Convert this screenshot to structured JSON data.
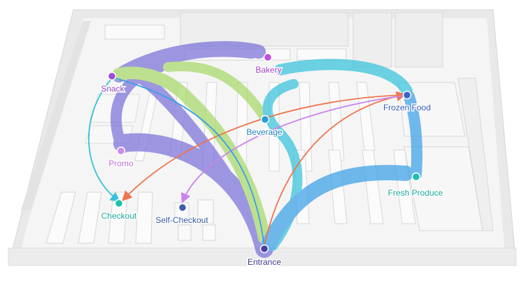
{
  "colors": {
    "floor": "#f4f4f4",
    "wall": "#e6e6e6",
    "fixture": "#fbfbfb",
    "fixture_edge": "#d9d9d9",
    "purple_flow": "#7b72d9",
    "green_flow": "#a8d86a",
    "cyan_flow": "#36c3dc",
    "blue_flow": "#3aa0e8",
    "orange_flow": "#f0744e",
    "violet_flow": "#c983ee"
  },
  "nodes": [
    {
      "id": "entrance",
      "label": "Entrance",
      "color": "#4a3f9e",
      "label_color": "#3b3a8f"
    },
    {
      "id": "bakery",
      "label": "Bakery",
      "color": "#c34fe0",
      "label_color": "#a540c8"
    },
    {
      "id": "snack",
      "label": "Snack",
      "color": "#9b4fd8",
      "label_color": "#8a45c8"
    },
    {
      "id": "frozen",
      "label": "Frozen Food",
      "color": "#3d63c9",
      "label_color": "#3558b8"
    },
    {
      "id": "beverage",
      "label": "Beverage",
      "color": "#2a9bd6",
      "label_color": "#2580c0"
    },
    {
      "id": "promo",
      "label": "Promo",
      "color": "#cf8ce6",
      "label_color": "#c070d8"
    },
    {
      "id": "fresh",
      "label": "Fresh Produce",
      "color": "#1fbfb0",
      "label_color": "#19a89a"
    },
    {
      "id": "checkout",
      "label": "Checkout",
      "color": "#1fbfb0",
      "label_color": "#19a89a"
    },
    {
      "id": "selfcheckout",
      "label": "Self-Checkout",
      "color": "#3b5fa8",
      "label_color": "#3a5aa0"
    }
  ]
}
